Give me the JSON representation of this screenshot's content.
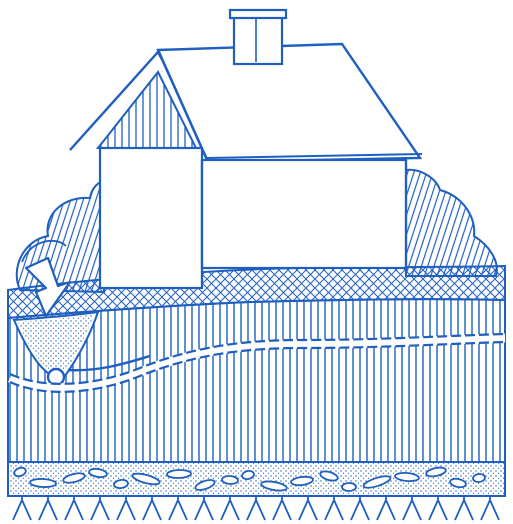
{
  "illustration": {
    "subject": "house-on-soil-cross-section",
    "colors": {
      "ink": "#1f5fbf",
      "background": "#ffffff",
      "ink_light": "#6f9be0"
    },
    "layers": [
      "topsoil-crosshatch",
      "soil-vertical-hatch",
      "gravel-stones",
      "bedrock-roots"
    ],
    "features": [
      "house",
      "chimney",
      "gable-planking",
      "side-shrubs",
      "drain-pit",
      "drain-pipe",
      "flow-arrow"
    ]
  }
}
